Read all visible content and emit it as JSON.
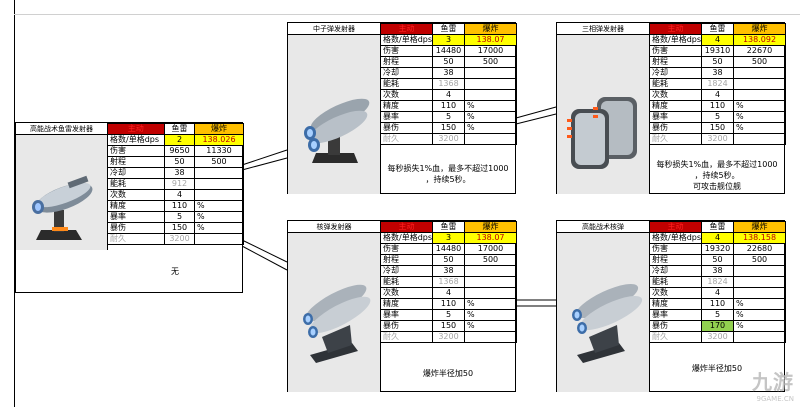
{
  "header_labels": {
    "main": "主动",
    "torpedo": "鱼雷",
    "burst": "爆炸"
  },
  "row_labels": {
    "ratio": "格数/单格dps",
    "damage": "伤害",
    "range": "射程",
    "cooldown": "冷却",
    "energy": "能耗",
    "count": "次数",
    "accuracy": "精度",
    "crit_rate": "暴率",
    "crit_dmg": "暴伤",
    "durability": "耐久"
  },
  "units": {
    "pct": "%"
  },
  "cards": {
    "left": {
      "title": "高能战术鱼雷发射器",
      "ratio_a": "2",
      "ratio_b": "138.026",
      "damage_a": "9650",
      "damage_b": "11330",
      "range_a": "50",
      "range_b": "500",
      "cooldown": "38",
      "energy": "912",
      "count": "4",
      "accuracy": "110",
      "crit_rate": "5",
      "crit_dmg": "150",
      "durability": "3200",
      "note": [
        "无"
      ]
    },
    "neutron": {
      "title": "中子弹发射器",
      "ratio_a": "3",
      "ratio_b": "138.07",
      "damage_a": "14480",
      "damage_b": "17000",
      "range_a": "50",
      "range_b": "500",
      "cooldown": "38",
      "energy": "1368",
      "count": "4",
      "accuracy": "110",
      "crit_rate": "5",
      "crit_dmg": "150",
      "durability": "3200",
      "note": [
        "每秒损失1%血，最多不超过1000",
        "，持续5秒。"
      ]
    },
    "trisecond": {
      "title": "三相弹发射器",
      "ratio_a": "4",
      "ratio_b": "138.092",
      "damage_a": "19310",
      "damage_b": "22670",
      "range_a": "50",
      "range_b": "500",
      "cooldown": "38",
      "energy": "1824",
      "count": "4",
      "accuracy": "110",
      "crit_rate": "5",
      "crit_dmg": "150",
      "durability": "3200",
      "note": [
        "每秒损失1%血，最多不超过1000",
        "，持续5秒。",
        "可攻击舰位舰"
      ]
    },
    "nuclear": {
      "title": "核弹发射器",
      "ratio_a": "3",
      "ratio_b": "138.07",
      "damage_a": "14480",
      "damage_b": "17000",
      "range_a": "50",
      "range_b": "500",
      "cooldown": "38",
      "energy": "1368",
      "count": "4",
      "accuracy": "110",
      "crit_rate": "5",
      "crit_dmg": "150",
      "durability": "3200",
      "note": [
        "爆炸半径加50"
      ]
    },
    "hinuke": {
      "title": "高能战术核弹",
      "ratio_a": "4",
      "ratio_b": "138.158",
      "damage_a": "19320",
      "damage_b": "22680",
      "range_a": "50",
      "range_b": "500",
      "cooldown": "38",
      "energy": "1824",
      "count": "4",
      "accuracy": "110",
      "crit_rate": "5",
      "crit_dmg": "170",
      "durability": "3200",
      "note": [
        "爆炸半径加50"
      ]
    }
  },
  "watermark": {
    "brand": "九游",
    "site": "9GAME.CN"
  },
  "icons": {
    "left": "torpedo-launcher-icon",
    "neutron": "twin-missile-launcher-icon",
    "trisecond": "twin-pod-launcher-icon",
    "nuclear": "nuclear-launcher-icon",
    "hinuke": "tactical-nuke-launcher-icon"
  }
}
